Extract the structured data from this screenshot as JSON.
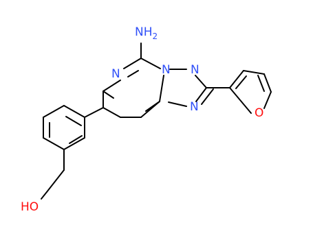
{
  "molecule": {
    "labels": {
      "nh2": "NH",
      "nh2_sub": "2",
      "n_pyrimidine": "N",
      "n_bridge": "N",
      "n_triazole_top": "N",
      "n_triazole_bottom": "N",
      "o_furan": "O",
      "hydroxyl": "HO"
    },
    "colors": {
      "bond": "#000000",
      "nitrogen": "#3050F8",
      "oxygen": "#FF0D0D"
    }
  }
}
